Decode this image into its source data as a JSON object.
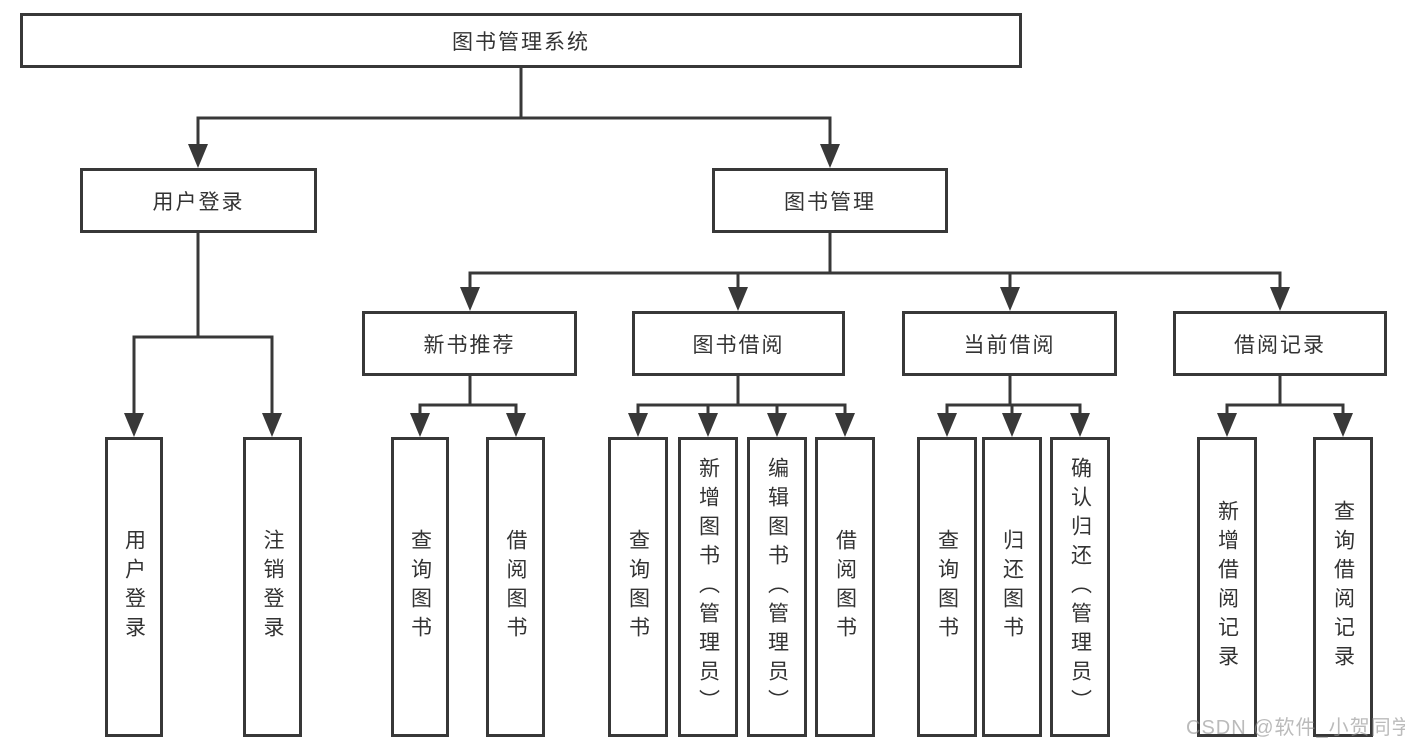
{
  "colors": {
    "line": "#383838",
    "box_border": "#383838",
    "box_fill": "#ffffff",
    "text": "#333333",
    "watermark": "#919191",
    "background": "#ffffff"
  },
  "watermark": {
    "text": "CSDN @软件_小贺同学"
  },
  "tree": {
    "root": {
      "label": "图书管理系统"
    },
    "user_login": {
      "label": "用户登录",
      "children": {
        "login": {
          "label": "用户登录"
        },
        "logout": {
          "label": "注销登录"
        }
      }
    },
    "book_mgmt": {
      "label": "图书管理",
      "children": {
        "new_book_rec": {
          "label": "新书推荐",
          "children": {
            "query_books": {
              "label": "查询图书"
            },
            "borrow_books": {
              "label": "借阅图书"
            }
          }
        },
        "book_borrow": {
          "label": "图书借阅",
          "children": {
            "query_books": {
              "label": "查询图书"
            },
            "add_books": {
              "label": "新增图书（管理员）"
            },
            "edit_books": {
              "label": "编辑图书（管理员）"
            },
            "borrow_books": {
              "label": "借阅图书"
            }
          }
        },
        "current_borrow": {
          "label": "当前借阅",
          "children": {
            "query_books": {
              "label": "查询图书"
            },
            "return_books": {
              "label": "归还图书"
            },
            "confirm_return": {
              "label": "确认归还（管理员）"
            }
          }
        },
        "borrow_records": {
          "label": "借阅记录",
          "children": {
            "add_record": {
              "label": "新增借阅记录"
            },
            "query_record": {
              "label": "查询借阅记录"
            }
          }
        }
      }
    }
  }
}
